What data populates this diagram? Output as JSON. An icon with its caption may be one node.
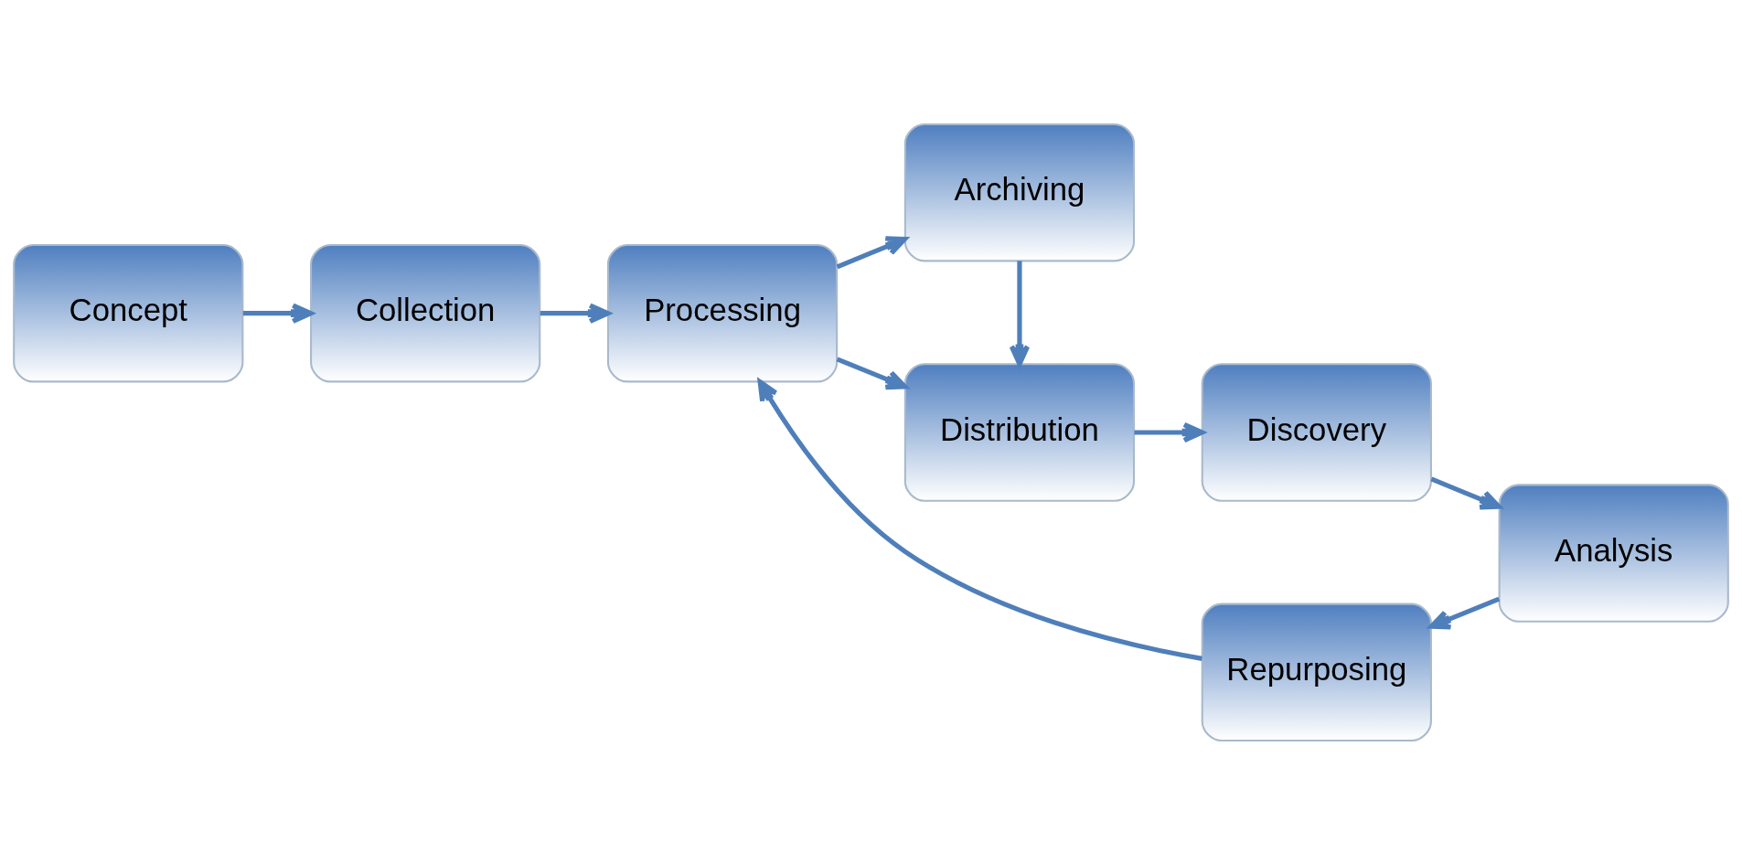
{
  "diagram": {
    "nodes": [
      {
        "text": [
          "Concept"
        ]
      },
      {
        "text": [
          "Collection"
        ]
      },
      {
        "text": [
          "Processing"
        ]
      },
      {
        "text": [
          "Archiving"
        ]
      },
      {
        "text": [
          "Distribution"
        ]
      },
      {
        "text": [
          "Discovery"
        ]
      },
      {
        "text": [
          "Analysis"
        ]
      },
      {
        "text": [
          "Repurposing"
        ]
      }
    ],
    "edges": [
      {
        "from": 0,
        "to": 1,
        "arrow": "to"
      },
      {
        "from": 1,
        "to": 2,
        "arrow": "to"
      },
      {
        "from": 2,
        "to": 3,
        "arrow": "to"
      },
      {
        "from": 3,
        "to": 4,
        "arrow": "to"
      },
      {
        "from": 2,
        "to": 4,
        "arrow": "to"
      },
      {
        "from": 4,
        "to": 5,
        "arrow": "to"
      },
      {
        "from": 5,
        "to": 6,
        "arrow": "to"
      },
      {
        "from": 6,
        "to": 7,
        "arrow": "to"
      },
      {
        "from": 7,
        "to": 2,
        "arrow": "to"
      }
    ]
  }
}
